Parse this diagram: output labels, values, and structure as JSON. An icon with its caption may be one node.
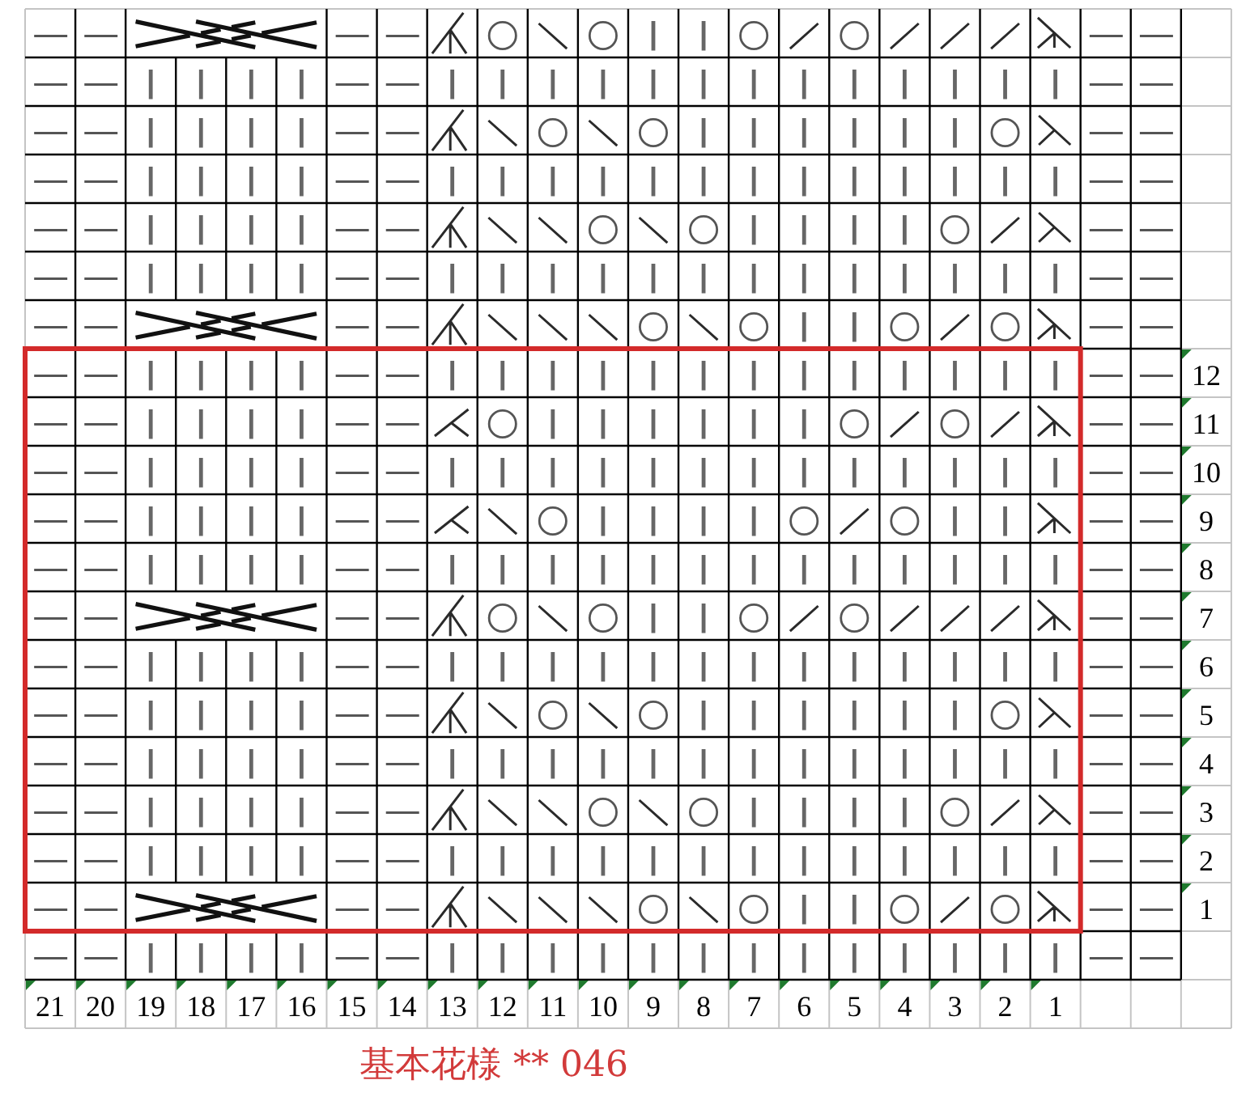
{
  "diagram": {
    "caption": "基本花様 ** 046",
    "labels": [
      "12",
      "11",
      "10",
      "9",
      "8",
      "7",
      "6",
      "5",
      "4",
      "3",
      "2",
      "1",
      "21",
      "20",
      "19",
      "18",
      "17",
      "16",
      "15",
      "14",
      "13",
      "12",
      "11",
      "10",
      "9",
      "8",
      "7",
      "6",
      "5",
      "4",
      "3",
      "2",
      "1"
    ]
  }
}
